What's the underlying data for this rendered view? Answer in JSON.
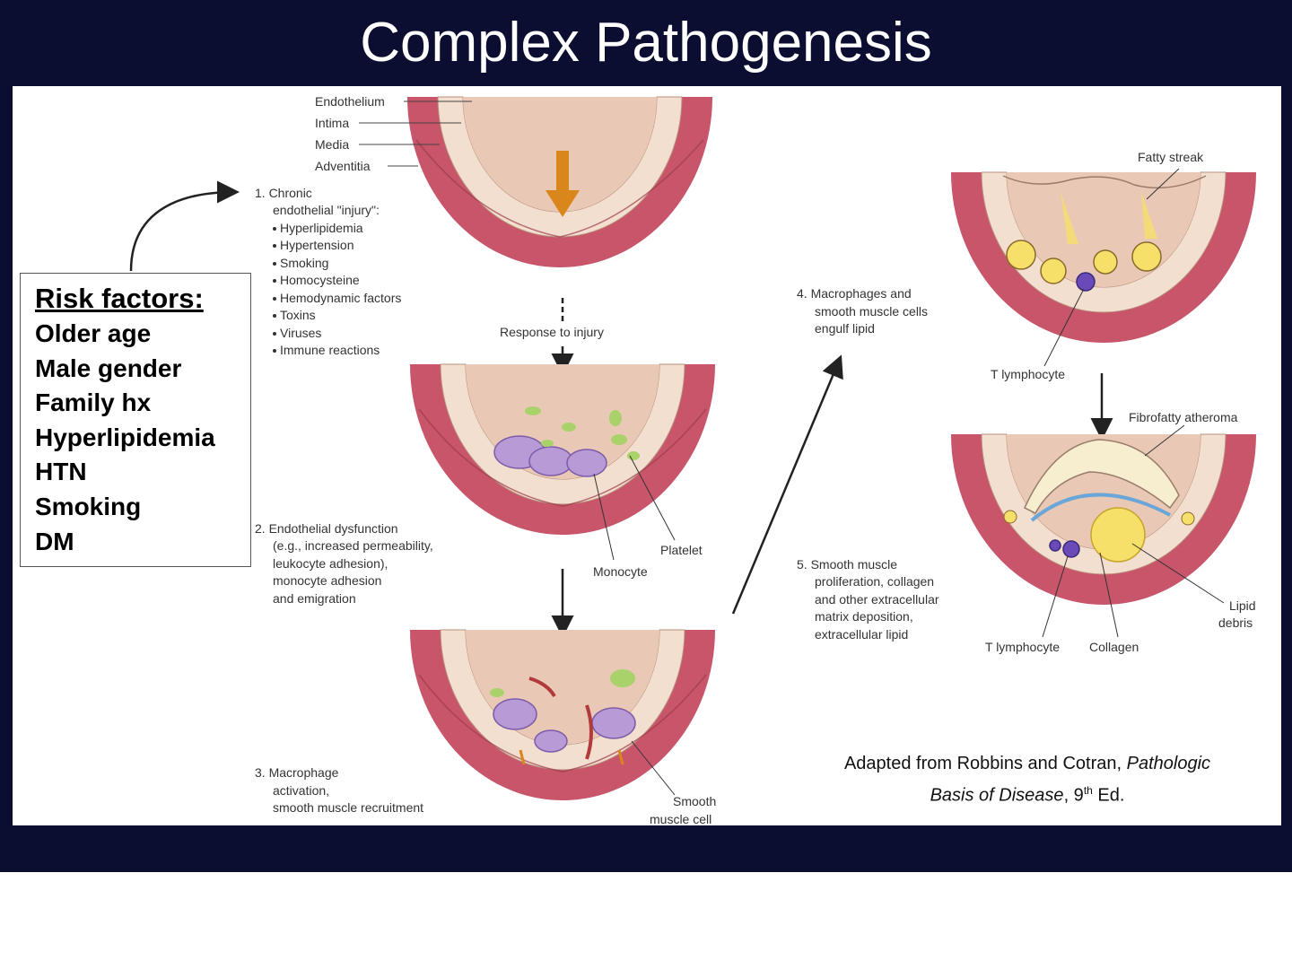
{
  "title": "Complex Pathogenesis",
  "risk_factors": {
    "heading": "Risk factors:",
    "items": [
      "Older age",
      "Male gender",
      "Family hx",
      "Hyperlipidemia",
      "HTN",
      "Smoking",
      "DM"
    ]
  },
  "layers": [
    "Endothelium",
    "Intima",
    "Media",
    "Adventitia"
  ],
  "step1": {
    "heading": [
      "1. Chronic",
      "endothelial \"injury\":"
    ],
    "bullets": [
      "Hyperlipidemia",
      "Hypertension",
      "Smoking",
      "Homocysteine",
      "Hemodynamic factors",
      "Toxins",
      "Viruses",
      "Immune reactions"
    ]
  },
  "response_label": "Response to injury",
  "step2": {
    "lines": [
      "2. Endothelial dysfunction",
      "(e.g., increased permeability,",
      "leukocyte adhesion),",
      "monocyte adhesion",
      "and emigration"
    ],
    "platelet": "Platelet",
    "monocyte": "Monocyte"
  },
  "step3": {
    "lines": [
      "3. Macrophage",
      "activation,",
      "smooth muscle recruitment"
    ],
    "smooth_muscle": [
      "Smooth",
      "muscle cell"
    ]
  },
  "step4": {
    "lines": [
      "4. Macrophages and",
      "smooth muscle cells",
      "engulf lipid"
    ],
    "fatty_streak": "Fatty streak",
    "t_lymphocyte": "T lymphocyte"
  },
  "step5": {
    "lines": [
      "5. Smooth muscle",
      "proliferation, collagen",
      "and other extracellular",
      "matrix deposition,",
      "extracellular lipid"
    ],
    "fibrofatty": "Fibrofatty atheroma",
    "lipid_debris": [
      "Lipid",
      "debris"
    ],
    "t_lymphocyte": "T lymphocyte",
    "collagen": "Collagen"
  },
  "citation": {
    "prefix": "Adapted from Robbins and Cotran, ",
    "italic_1": "Pathologic",
    "italic_2": "Basis of Disease",
    "suffix_a": ", 9",
    "sup": "th",
    "suffix_b": " Ed."
  },
  "colors": {
    "background": "#0b0e30",
    "media": "#c8556a",
    "intima": "#f3dfd0",
    "lumen": "#e9c9b6",
    "arrow_orange": "#d9861a",
    "platelet": "#a9d26a",
    "monocyte": "#b79ad6",
    "lipid": "#f6e06a"
  }
}
